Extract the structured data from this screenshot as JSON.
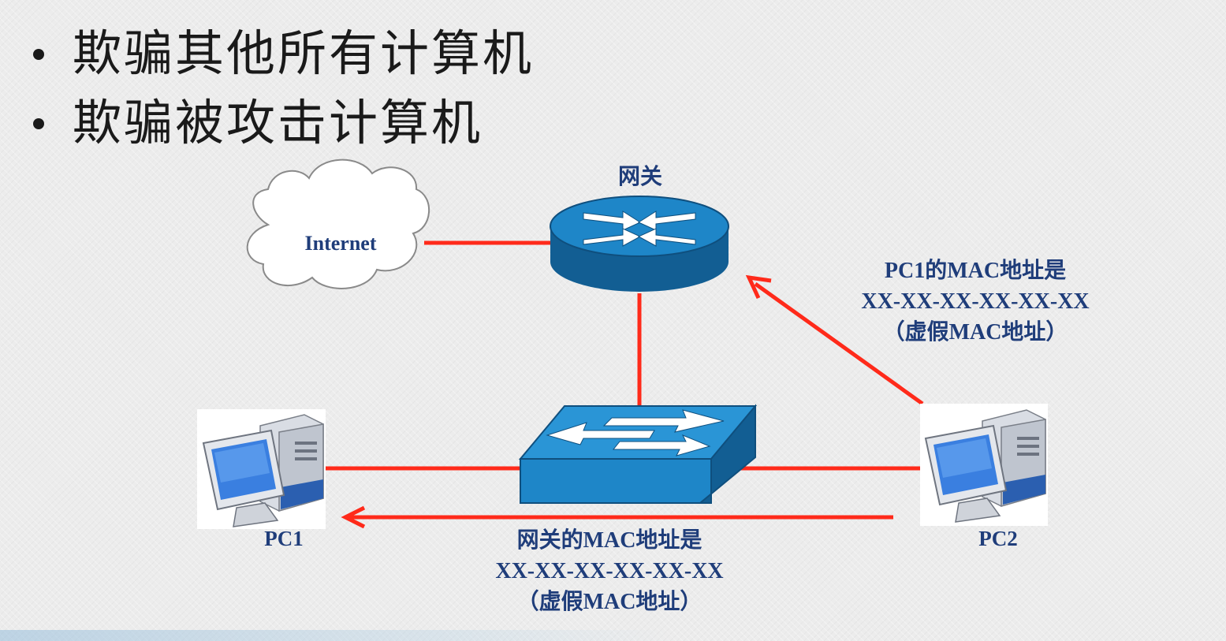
{
  "bullets": [
    "欺骗其他所有计算机",
    "欺骗被攻击计算机"
  ],
  "labels": {
    "gateway": "网关",
    "internet": "Internet",
    "pc1": "PC1",
    "pc2": "PC2"
  },
  "upper_annotation": {
    "line1": "PC1的MAC地址是",
    "line2": "XX-XX-XX-XX-XX-XX",
    "line3": "（虚假MAC地址）"
  },
  "lower_annotation": {
    "line1": "网关的MAC地址是",
    "line2": "XX-XX-XX-XX-XX-XX",
    "line3": "（虚假MAC地址）"
  },
  "colors": {
    "link": "#ff2a1a",
    "device_blue": "#1e86c8",
    "device_dark": "#125e93",
    "label_text": "#1f3d7a"
  }
}
